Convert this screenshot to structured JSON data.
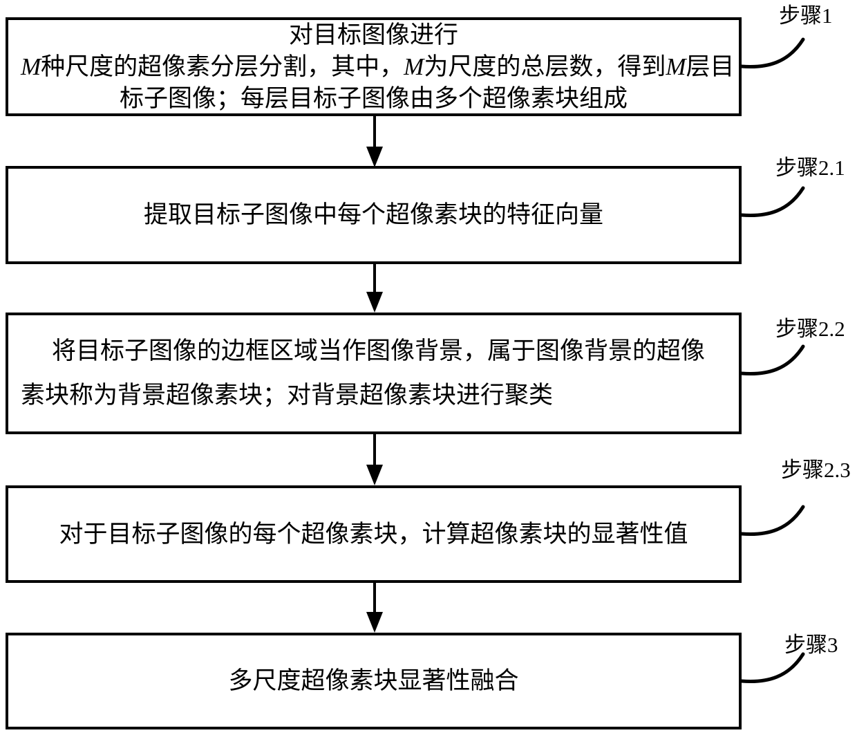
{
  "figure": {
    "colors": {
      "background": "#ffffff",
      "line": "#000000"
    },
    "icons": {
      "down_arrow": "▼"
    }
  },
  "flowchart": {
    "boxes": [
      {
        "step_label": "步骤1",
        "lines": [
          "对目标图像进行",
          "M种尺度的超像素分层分割，其中，M为尺度的总层数，得到M层目",
          "标子图像；每层目标子图像由多个超像素块组成"
        ]
      },
      {
        "step_label": "步骤2.1",
        "lines": [
          "提取目标子图像中每个超像素块的特征向量"
        ]
      },
      {
        "step_label": "步骤2.2",
        "lines": [
          "将目标子图像的边框区域当作图像背景，属于图像背景的超像",
          "素块称为背景超像素块；对背景超像素块进行聚类"
        ]
      },
      {
        "step_label": "步骤2.3",
        "lines": [
          "对于目标子图像的每个超像素块，计算超像素块的显著性值"
        ]
      },
      {
        "step_label": "步骤3",
        "lines": [
          "多尺度超像素块显著性融合"
        ]
      }
    ]
  }
}
